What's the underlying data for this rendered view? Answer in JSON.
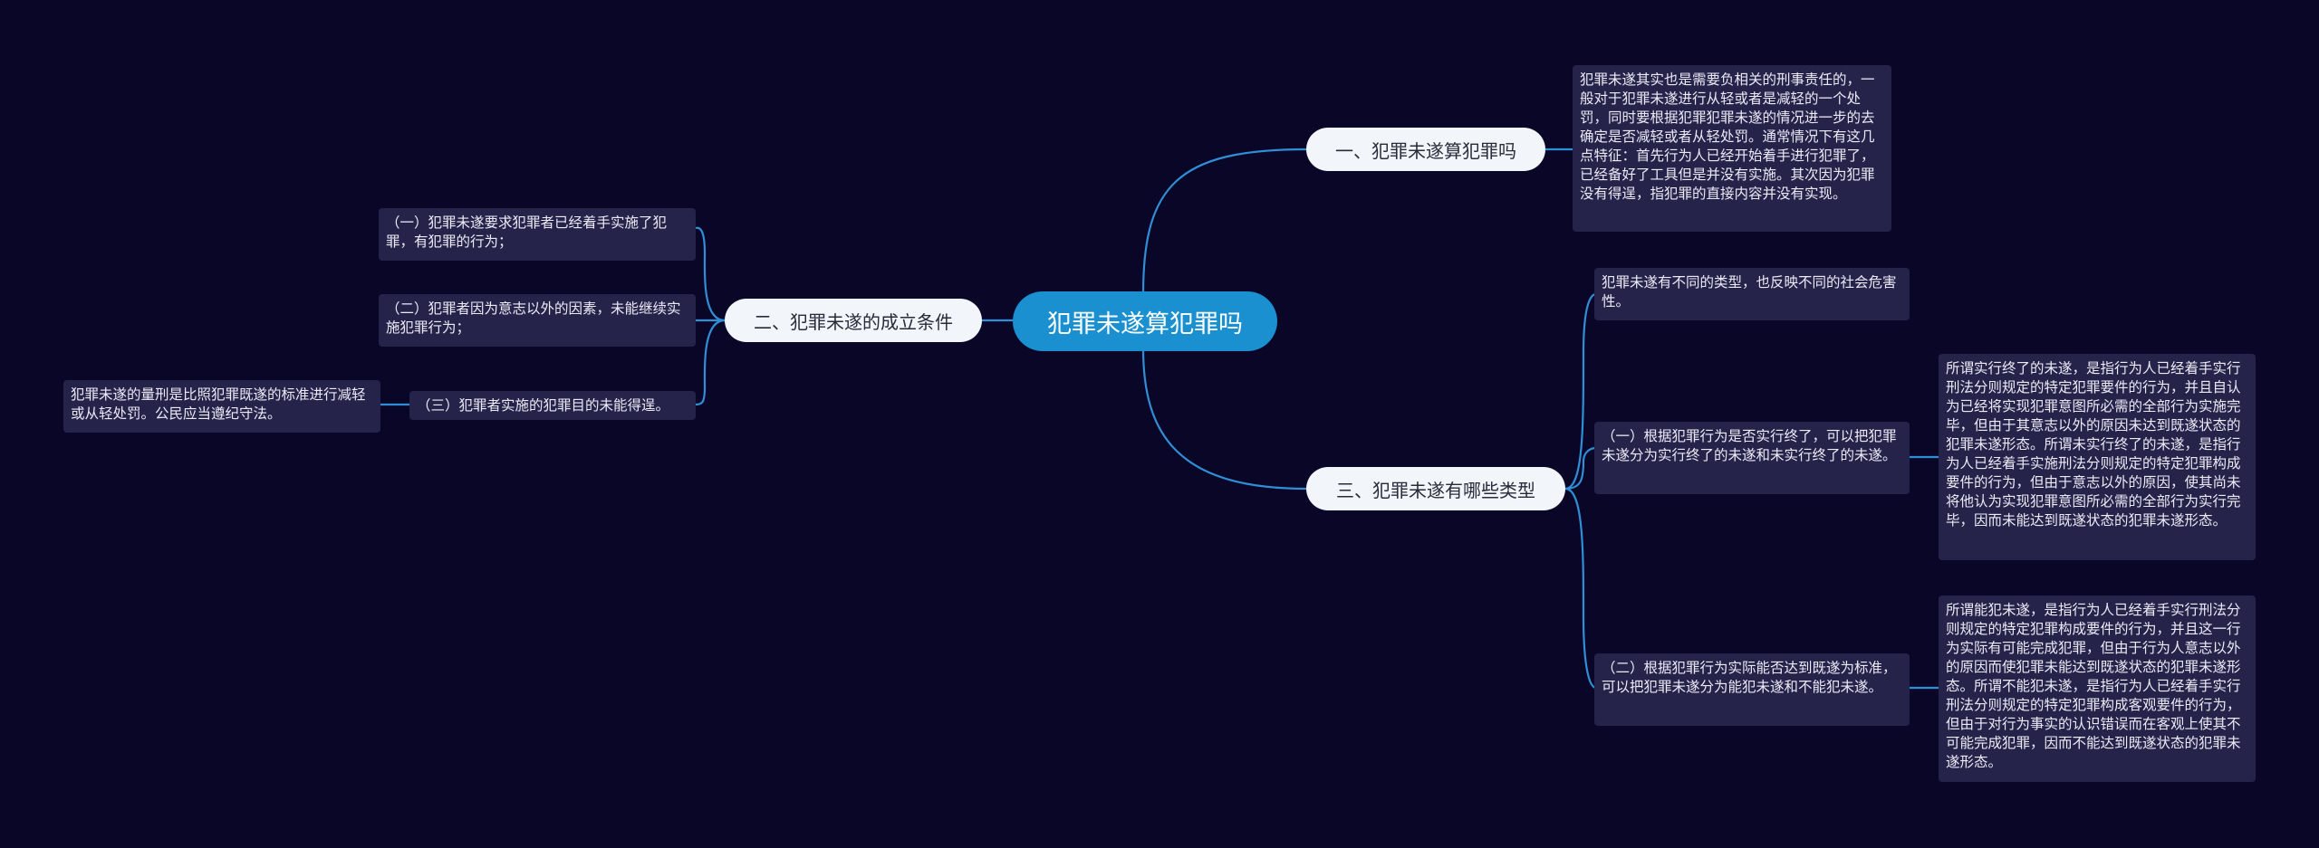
{
  "root": {
    "label": "犯罪未遂算犯罪吗"
  },
  "colors": {
    "background": "#0a0628",
    "root": "#1a90d0",
    "line": "#2f8fd6",
    "branch": "#f2f5fa",
    "leaf": "#26234a"
  },
  "branches": {
    "b1": {
      "label": "一、犯罪未遂算犯罪吗",
      "detail": "犯罪未遂其实也是需要负相关的刑事责任的，一般对于犯罪未遂进行从轻或者是减轻的一个处罚，同时要根据犯罪犯罪未遂的情况进一步的去确定是否减轻或者从轻处罚。通常情况下有这几点特征：首先行为人已经开始着手进行犯罪了，已经备好了工具但是并没有实施。其次因为犯罪没有得逞，指犯罪的直接内容并没有实现。"
    },
    "b2": {
      "label": "二、犯罪未遂的成立条件",
      "items": [
        "（一）犯罪未遂要求犯罪者已经着手实施了犯罪，有犯罪的行为；",
        "（二）犯罪者因为意志以外的因素，未能继续实施犯罪行为；",
        "（三）犯罪者实施的犯罪目的未能得逞。"
      ],
      "item3_detail": "犯罪未遂的量刑是比照犯罪既遂的标准进行减轻或从轻处罚。公民应当遵纪守法。"
    },
    "b3": {
      "label": "三、犯罪未遂有哪些类型",
      "intro": "犯罪未遂有不同的类型，也反映不同的社会危害性。",
      "type1": "（一）根据犯罪行为是否实行终了，可以把犯罪未遂分为实行终了的未遂和未实行终了的未遂。",
      "type1_detail": "所谓实行终了的未遂，是指行为人已经着手实行刑法分则规定的特定犯罪要件的行为，并且自认为已经将实现犯罪意图所必需的全部行为实施完毕，但由于其意志以外的原因未达到既遂状态的犯罪未遂形态。所谓未实行终了的未遂，是指行为人已经着手实施刑法分则规定的特定犯罪构成要件的行为，但由于意志以外的原因，使其尚未将他认为实现犯罪意图所必需的全部行为实行完毕，因而未能达到既遂状态的犯罪未遂形态。",
      "type2": "（二）根据犯罪行为实际能否达到既遂为标准，可以把犯罪未遂分为能犯未遂和不能犯未遂。",
      "type2_detail": "所谓能犯未遂，是指行为人已经着手实行刑法分则规定的特定犯罪构成要件的行为，并且这一行为实际有可能完成犯罪，但由于行为人意志以外的原因而使犯罪未能达到既遂状态的犯罪未遂形态。所谓不能犯未遂，是指行为人已经着手实行刑法分则规定的特定犯罪构成客观要件的行为，但由于对行为事实的认识错误而在客观上使其不可能完成犯罪，因而不能达到既遂状态的犯罪未遂形态。"
    }
  }
}
